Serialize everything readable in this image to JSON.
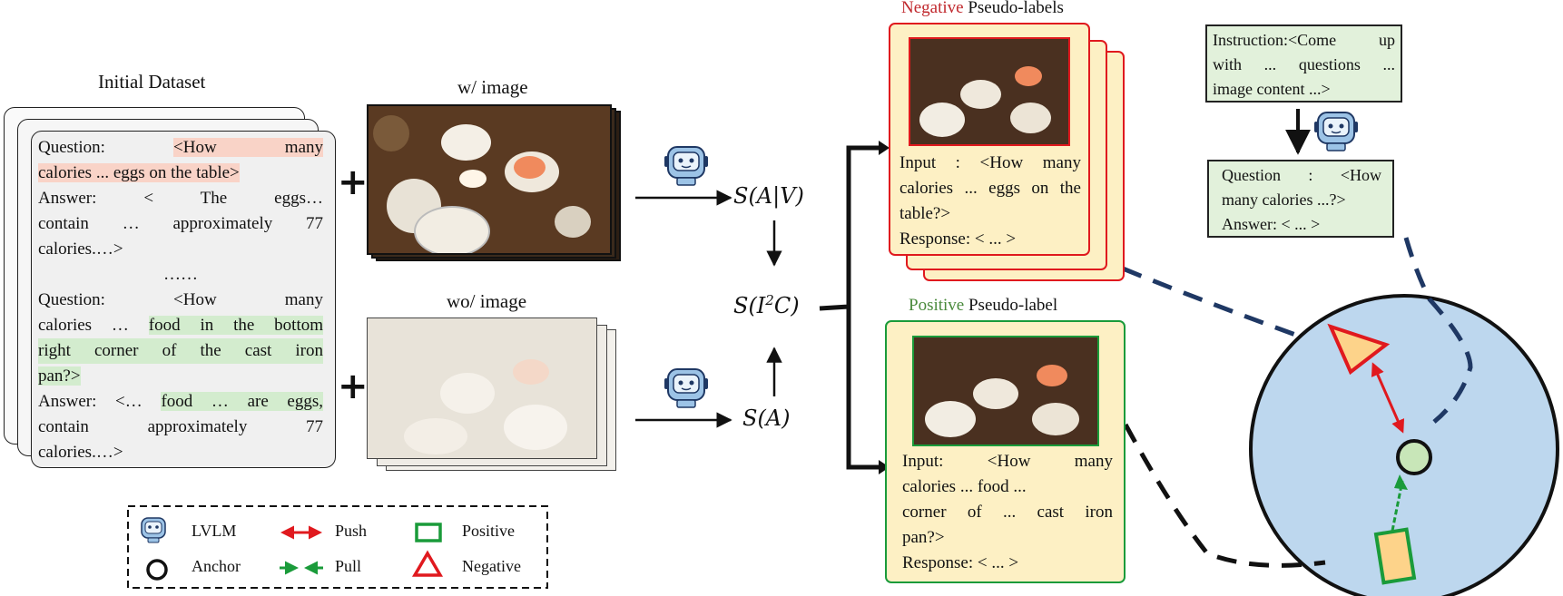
{
  "dataset": {
    "title": "Initial Dataset",
    "q1_prefix": "Question:",
    "q1_line1_rest": "<How many",
    "q1_line2": "calories ... eggs on the table>",
    "a1_line1": "Answer: < The eggs…",
    "a1_line2": "contain … approximately 77",
    "a1_line3": "calories.…>",
    "ellipsis": "……",
    "q2_line1": "Question: <How many",
    "q2_line2_pre": "calories …",
    "q2_line2_hl": "food in the bottom",
    "q2_line3": "right corner of the cast iron",
    "q2_line4": "pan?>",
    "a2_line1_pre": "Answer: <…",
    "a2_line1_hl": "food … are eggs,",
    "a2_line2": "contain approximately 77",
    "a2_line3": "calories.…>"
  },
  "plus": "+",
  "with_image_label": "w/ image",
  "without_image_label": "wo/ image",
  "scores": {
    "s_av": "S(A|V)",
    "s_i2c_base": "S(I",
    "s_i2c_sup": "2",
    "s_i2c_end": "C)",
    "s_a": "S(A)"
  },
  "negative": {
    "title_colored": "Negative",
    "title_rest": "Pseudo-labels",
    "title_color": "#c0282d",
    "input_line1": "Input : <How many",
    "input_line2": "calories ... eggs on the",
    "input_line3": "table?>",
    "response": "Response: < ... >"
  },
  "positive": {
    "title_colored": "Positive",
    "title_rest": "Pseudo-label",
    "title_color": "#4a8a3c",
    "input_line1": "Input: <How many",
    "input_line2": "calories ... food ...",
    "input_line3": "corner of ... cast iron",
    "input_line4": "pan?>",
    "response": "Response: < ... >"
  },
  "instruction": {
    "line1": "Instruction:<Come up",
    "line2": "with ... questions ...",
    "line3": "image content ...>"
  },
  "generated": {
    "line1": "Question : <How",
    "line2": "many calories ...?>",
    "line3": "Answer: < ... >"
  },
  "legend": {
    "lvlm": "LVLM",
    "push": "Push",
    "positive": "Positive",
    "anchor": "Anchor",
    "pull": "Pull",
    "negative": "Negative"
  },
  "colors": {
    "red": "#e0191e",
    "green": "#1a9b3a",
    "sphere": "#bdd7ee",
    "navy": "#1f3864",
    "panel_yellow": "#fdf0c4",
    "anchor_fill": "#c8e6b8",
    "negative_fill": "#fdd38a"
  },
  "icons": [
    "robot-icon",
    "photo-stack",
    "push-arrow-icon",
    "pull-arrow-icon",
    "square-icon",
    "triangle-icon",
    "circle-icon"
  ]
}
